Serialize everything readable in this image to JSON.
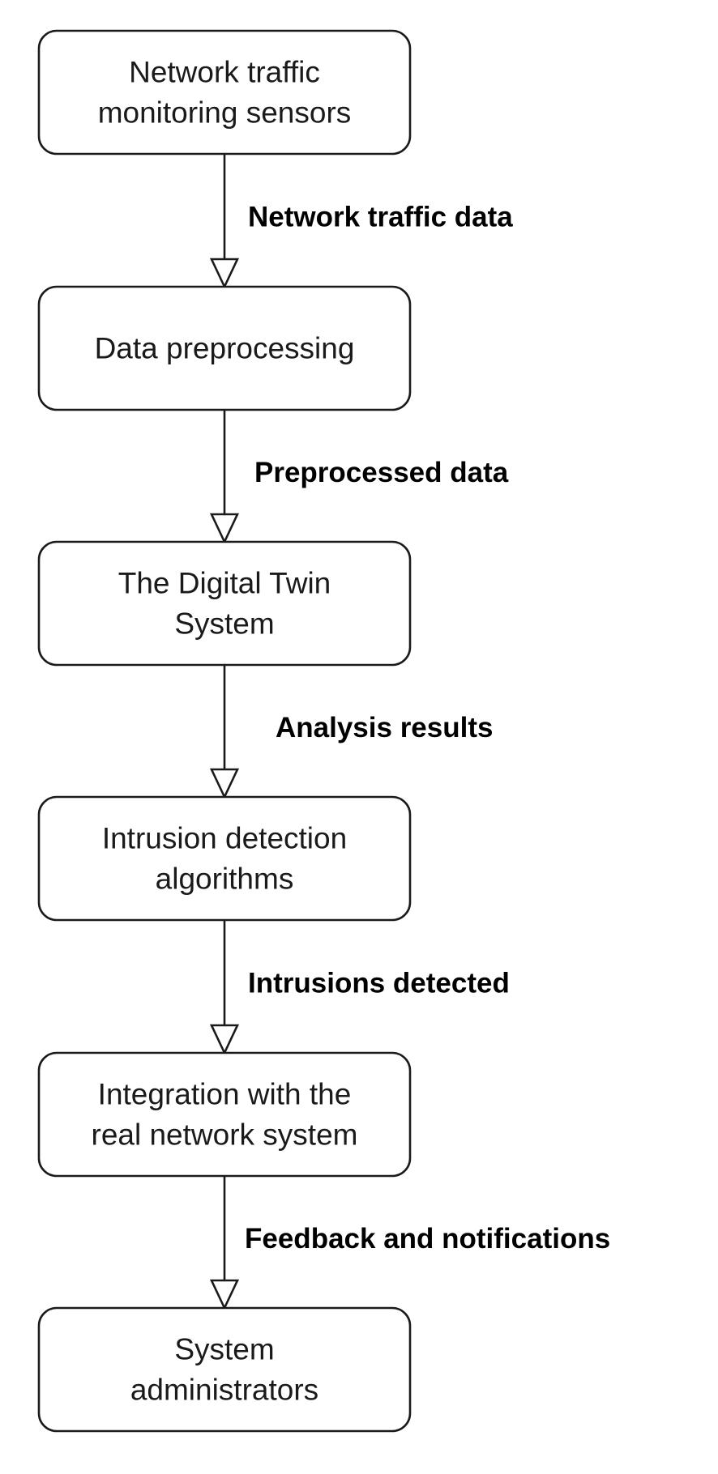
{
  "nodes": [
    {
      "id": "sensors",
      "lines": [
        "Network traffic",
        "monitoring sensors"
      ]
    },
    {
      "id": "preprocessing",
      "lines": [
        "Data preprocessing"
      ]
    },
    {
      "id": "digital-twin",
      "lines": [
        "The Digital Twin",
        "System"
      ]
    },
    {
      "id": "intrusion-detection",
      "lines": [
        "Intrusion detection",
        "algorithms"
      ]
    },
    {
      "id": "integration",
      "lines": [
        "Integration with the",
        "real network system"
      ]
    },
    {
      "id": "administrators",
      "lines": [
        "System",
        "administrators"
      ]
    }
  ],
  "edges": [
    {
      "from": "sensors",
      "to": "preprocessing",
      "label": "Network traffic data"
    },
    {
      "from": "preprocessing",
      "to": "digital-twin",
      "label": "Preprocessed data"
    },
    {
      "from": "digital-twin",
      "to": "intrusion-detection",
      "label": "Analysis results"
    },
    {
      "from": "intrusion-detection",
      "to": "integration",
      "label": "Intrusions detected"
    },
    {
      "from": "integration",
      "to": "administrators",
      "label": "Feedback and notifications"
    }
  ],
  "colors": {
    "stroke": "#1a1a1a",
    "fill": "#ffffff",
    "text": "#1a1a1a"
  }
}
